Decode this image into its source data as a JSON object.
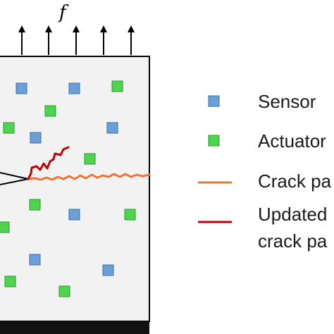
{
  "force_label": "f",
  "colors": {
    "plate_fill": "#f2f2f2",
    "plate_stroke": "#000000",
    "sensor_fill": "#6a9fd8",
    "sensor_stroke": "#3a6fa8",
    "actuator_fill": "#4fd44f",
    "actuator_stroke": "#2a9a2a",
    "crack_path": "#ee7733",
    "updated_crack_path": "#c00000",
    "base": "#111111"
  },
  "legend": {
    "sensor": "Sensor",
    "actuator": "Actuator",
    "crack_path": "Crack pa",
    "updated_line1": "Updated",
    "updated_line2": "crack pa"
  }
}
